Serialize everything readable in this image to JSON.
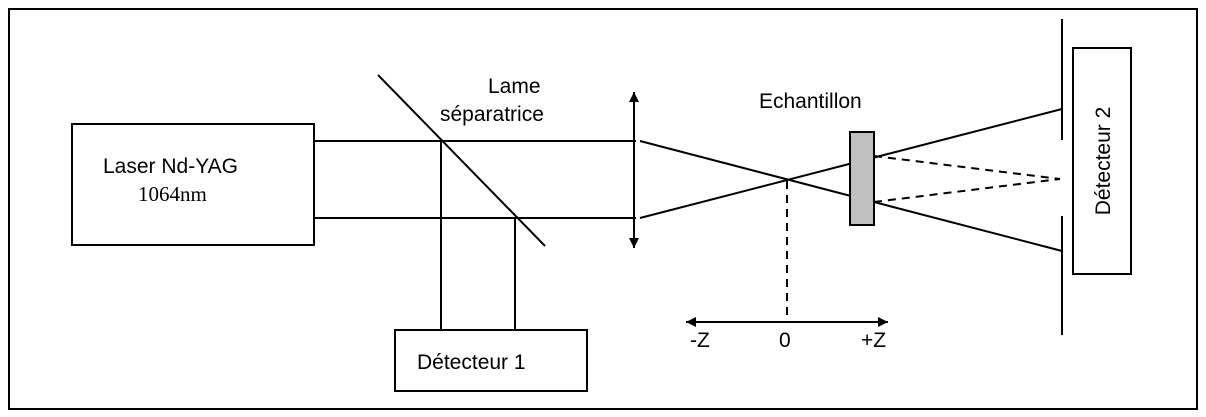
{
  "labels": {
    "laser_line1": "Laser Nd-YAG",
    "laser_line2": "1064nm",
    "beam_splitter_line1": "Lame",
    "beam_splitter_line2": "séparatrice",
    "sample": "Echantillon",
    "detector1": "Détecteur 1",
    "detector2": "Détecteur 2",
    "axis_minus": "-Z",
    "axis_zero": "0",
    "axis_plus": "+Z"
  },
  "colors": {
    "stroke": "#000000",
    "sample_fill": "#c0c0c0",
    "background": "#ffffff"
  }
}
